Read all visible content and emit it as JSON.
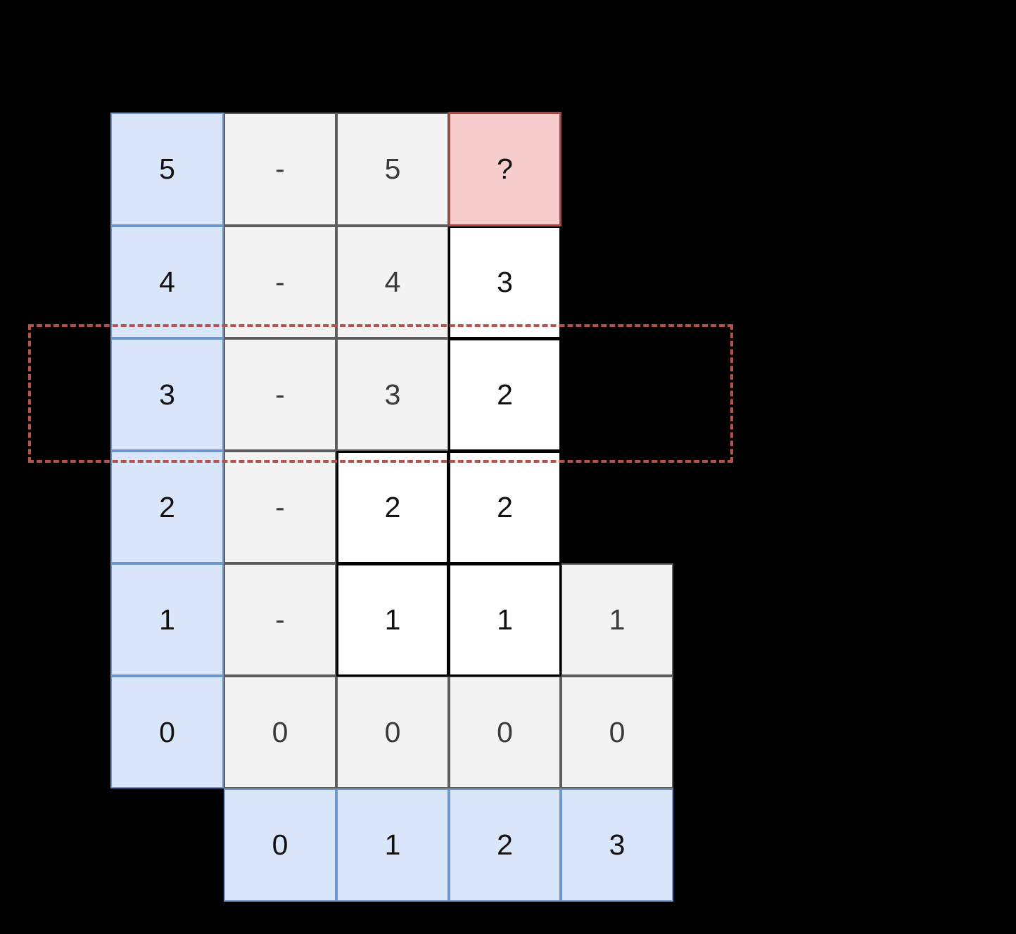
{
  "figure": {
    "kind": "dp-table-grid",
    "colors": {
      "header_fill": "#d9e5f8",
      "header_border": "#6f96c8",
      "outside_fill": "#f3f3f3",
      "outside_border": "#5d5d5d",
      "inside_fill": "#ffffff",
      "inside_border": "#000000",
      "target_fill": "#f7cccc",
      "target_border": "#b5403c",
      "highlight_dash": "#b5524c",
      "background": "#000000"
    }
  },
  "chart_data": {
    "type": "table",
    "title": "",
    "row_header_label": "",
    "col_header_label": "",
    "row_headers": [
      "5",
      "4",
      "3",
      "2",
      "1",
      "0"
    ],
    "col_headers": [
      "0",
      "1",
      "2",
      "3"
    ],
    "columns": [
      "col-dash",
      "col-0",
      "col-1",
      "col-2",
      "col-3"
    ],
    "rows": [
      {
        "header": "5",
        "cells": [
          {
            "value": "-",
            "style": "grey"
          },
          {
            "value": "5",
            "style": "grey"
          },
          {
            "value": "?",
            "style": "target"
          },
          {
            "value": "",
            "style": "empty"
          }
        ]
      },
      {
        "header": "4",
        "cells": [
          {
            "value": "-",
            "style": "grey"
          },
          {
            "value": "4",
            "style": "grey"
          },
          {
            "value": "3",
            "style": "white"
          },
          {
            "value": "",
            "style": "empty"
          }
        ]
      },
      {
        "header": "3",
        "cells": [
          {
            "value": "-",
            "style": "grey"
          },
          {
            "value": "3",
            "style": "grey"
          },
          {
            "value": "2",
            "style": "white"
          },
          {
            "value": "",
            "style": "empty"
          }
        ]
      },
      {
        "header": "2",
        "cells": [
          {
            "value": "-",
            "style": "grey"
          },
          {
            "value": "2",
            "style": "white"
          },
          {
            "value": "2",
            "style": "white"
          },
          {
            "value": "",
            "style": "empty"
          }
        ]
      },
      {
        "header": "1",
        "cells": [
          {
            "value": "-",
            "style": "grey"
          },
          {
            "value": "1",
            "style": "white"
          },
          {
            "value": "1",
            "style": "white"
          },
          {
            "value": "1",
            "style": "grey"
          }
        ]
      },
      {
        "header": "0",
        "cells": [
          {
            "value": "0",
            "style": "grey"
          },
          {
            "value": "0",
            "style": "grey"
          },
          {
            "value": "0",
            "style": "grey"
          },
          {
            "value": "0",
            "style": "grey"
          }
        ]
      }
    ],
    "annotations": [
      {
        "name": "row-highlight",
        "kind": "dashed-rectangle",
        "covers_row_header": "3",
        "color": "#b5524c"
      }
    ]
  }
}
